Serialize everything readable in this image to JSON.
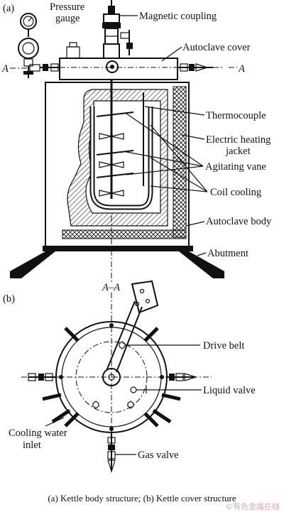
{
  "panels": {
    "a": "(a)",
    "b": "(b)"
  },
  "section_marks": {
    "left": "A",
    "right": "A",
    "section": "A–A"
  },
  "labels_a": {
    "pressure_gauge": "Pressure\ngauge",
    "magnetic_coupling": "Magnetic coupling",
    "autoclave_cover": "Autoclave cover",
    "thermocouple": "Thermocouple",
    "heating_jacket": "Electric heating\njacket",
    "agitating_vane": "Agitating vane",
    "coil_cooling": "Coil cooling",
    "autoclave_body": "Autoclave body",
    "abutment": "Abutment"
  },
  "labels_b": {
    "drive_belt": "Drive belt",
    "liquid_valve": "Liquid valve",
    "cooling_water_inlet": "Cooling water\ninlet",
    "gas_valve": "Gas valve"
  },
  "caption": "(a) Kettle body structure; (b) Kettle cover structure",
  "watermark": "©有色金属在线",
  "icons": [
    "pressure-gauge-icon",
    "valve-icon",
    "stirrer-icon"
  ],
  "colors": {
    "ink": "#111111",
    "background": "#ffffff",
    "watermark": "#e0a8a8"
  }
}
